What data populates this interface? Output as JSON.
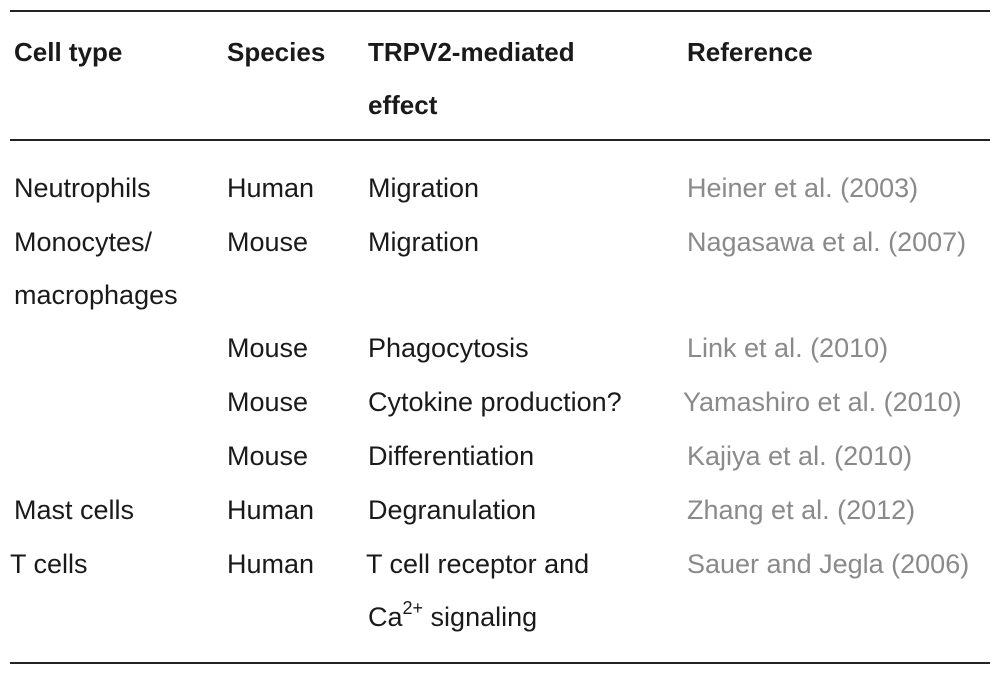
{
  "table": {
    "headers": {
      "cell_type": "Cell type",
      "species": "Species",
      "effect_line1": "TRPV2-mediated",
      "effect_line2": "effect",
      "reference": "Reference"
    },
    "rows": [
      {
        "cell_type": "Neutrophils",
        "species": "Human",
        "effect": "Migration",
        "reference": "Heiner et al. (2003)"
      },
      {
        "cell_type_line1": "Monocytes/",
        "cell_type_line2": "macrophages",
        "species": "Mouse",
        "effect": "Migration",
        "reference": "Nagasawa et al. (2007)"
      },
      {
        "cell_type": "",
        "species": "Mouse",
        "effect": "Phagocytosis",
        "reference": "Link et al. (2010)"
      },
      {
        "cell_type": "",
        "species": "Mouse",
        "effect": "Cytokine production?",
        "reference": "Yamashiro et al. (2010)"
      },
      {
        "cell_type": "",
        "species": "Mouse",
        "effect": "Differentiation",
        "reference": "Kajiya et al. (2010)"
      },
      {
        "cell_type": "Mast cells",
        "species": "Human",
        "effect": "Degranulation",
        "reference": "Zhang et al. (2012)"
      },
      {
        "cell_type": "T cells",
        "species": "Human",
        "effect_line1": "T cell receptor and",
        "effect_line2_base": "Ca",
        "effect_line2_sup": "2+",
        "effect_line2_rest": " signaling",
        "reference": "Sauer and Jegla (2006)"
      }
    ]
  }
}
